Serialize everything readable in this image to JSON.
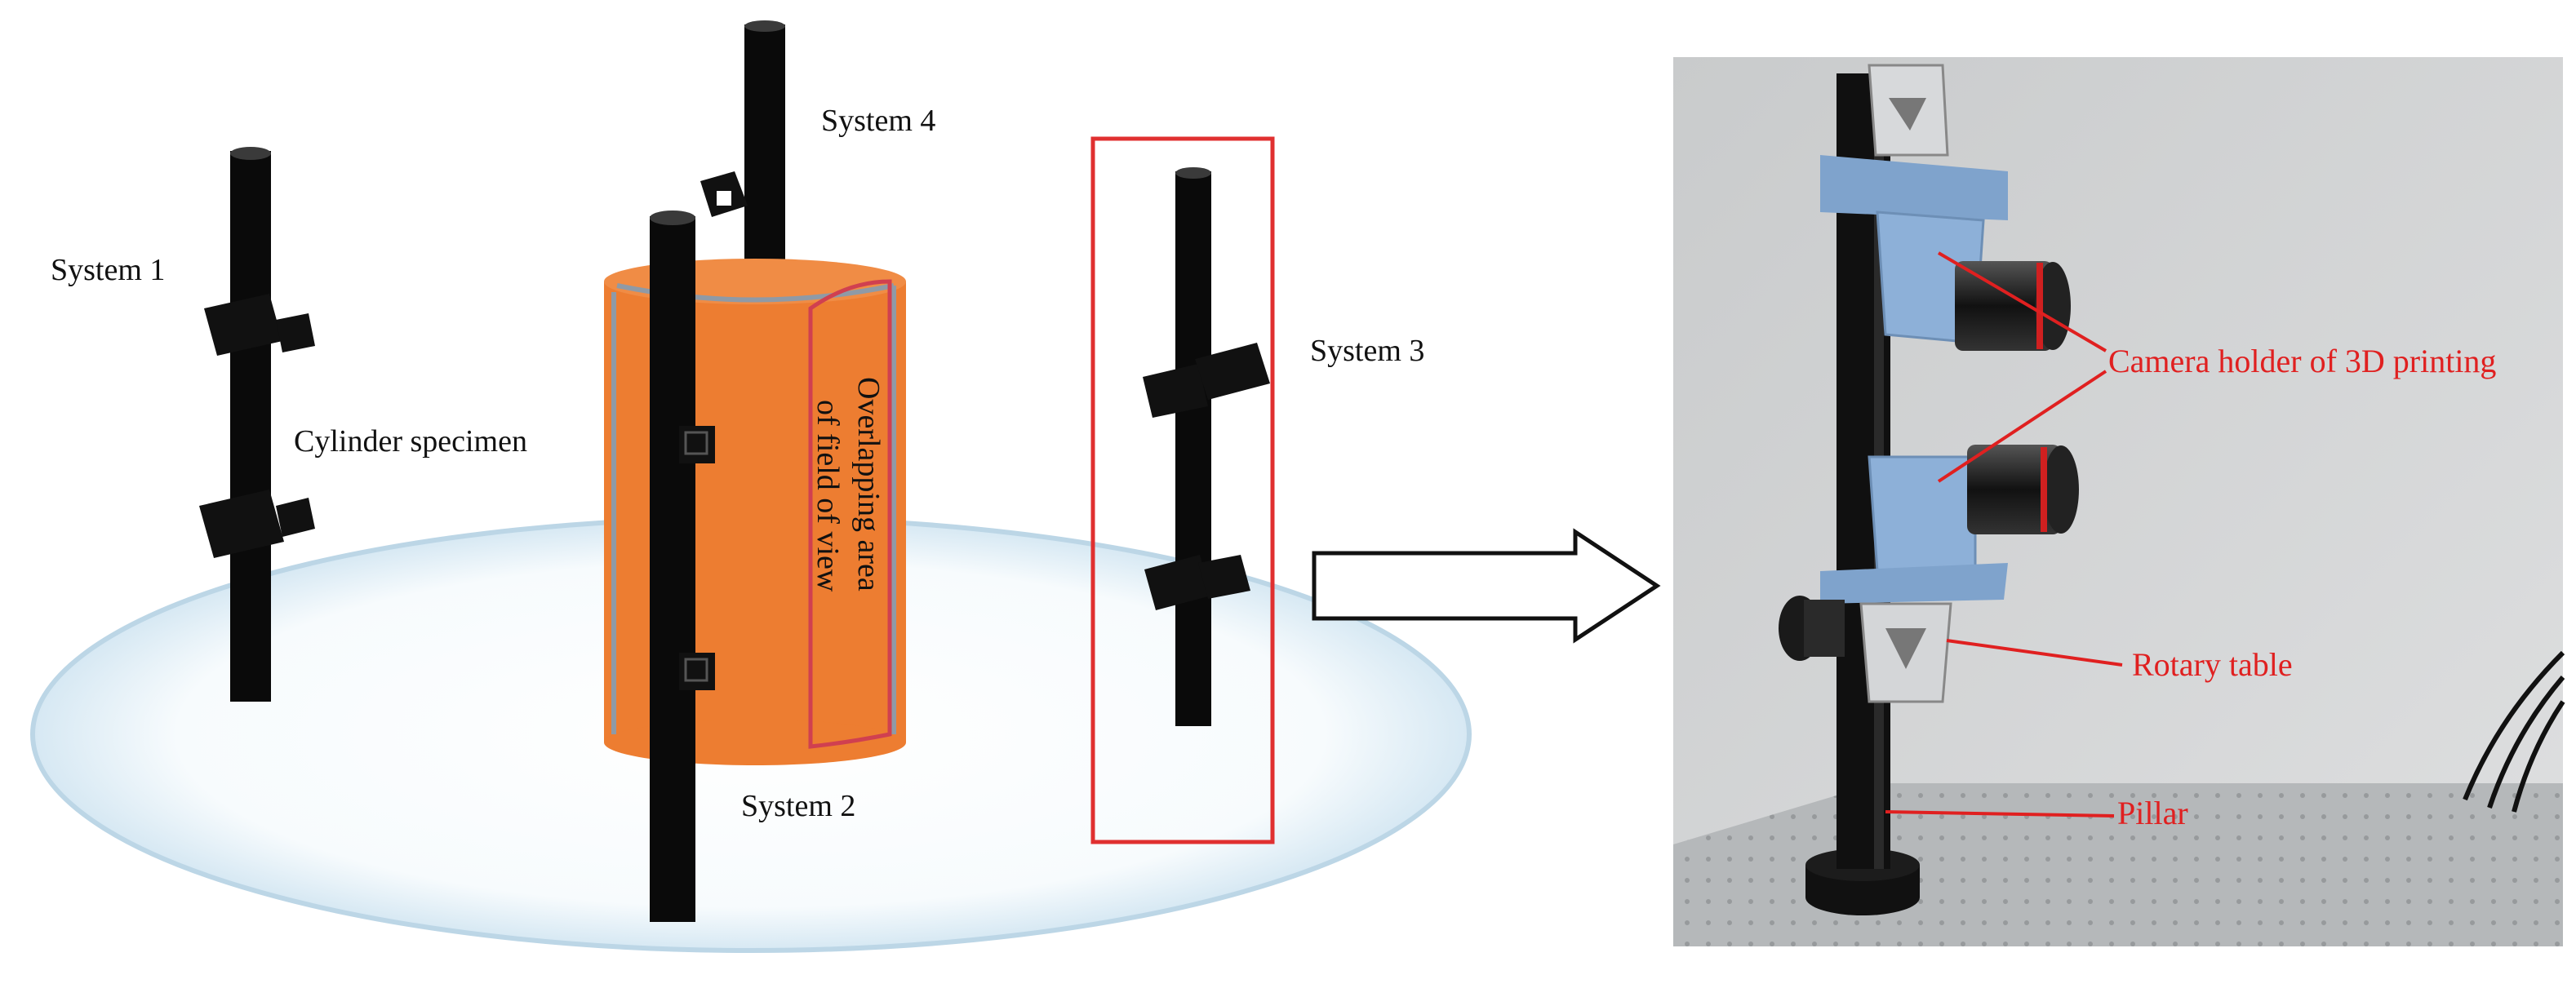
{
  "diagram": {
    "labels": {
      "system1": "System 1",
      "system2": "System 2",
      "system3": "System 3",
      "system4": "System 4",
      "cylinder": "Cylinder specimen",
      "overlap_line1": "Overlapping area",
      "overlap_line2": "of field of view"
    }
  },
  "photo": {
    "labels": {
      "camera_holder": "Camera holder of 3D printing",
      "rotary_table": "Rotary table",
      "pillar": "Pillar"
    }
  },
  "colors": {
    "specimen": "#ed7d31",
    "highlight": "#e03030",
    "pillar": "#0a0a0a",
    "camera_body": "#7fa3cc"
  }
}
